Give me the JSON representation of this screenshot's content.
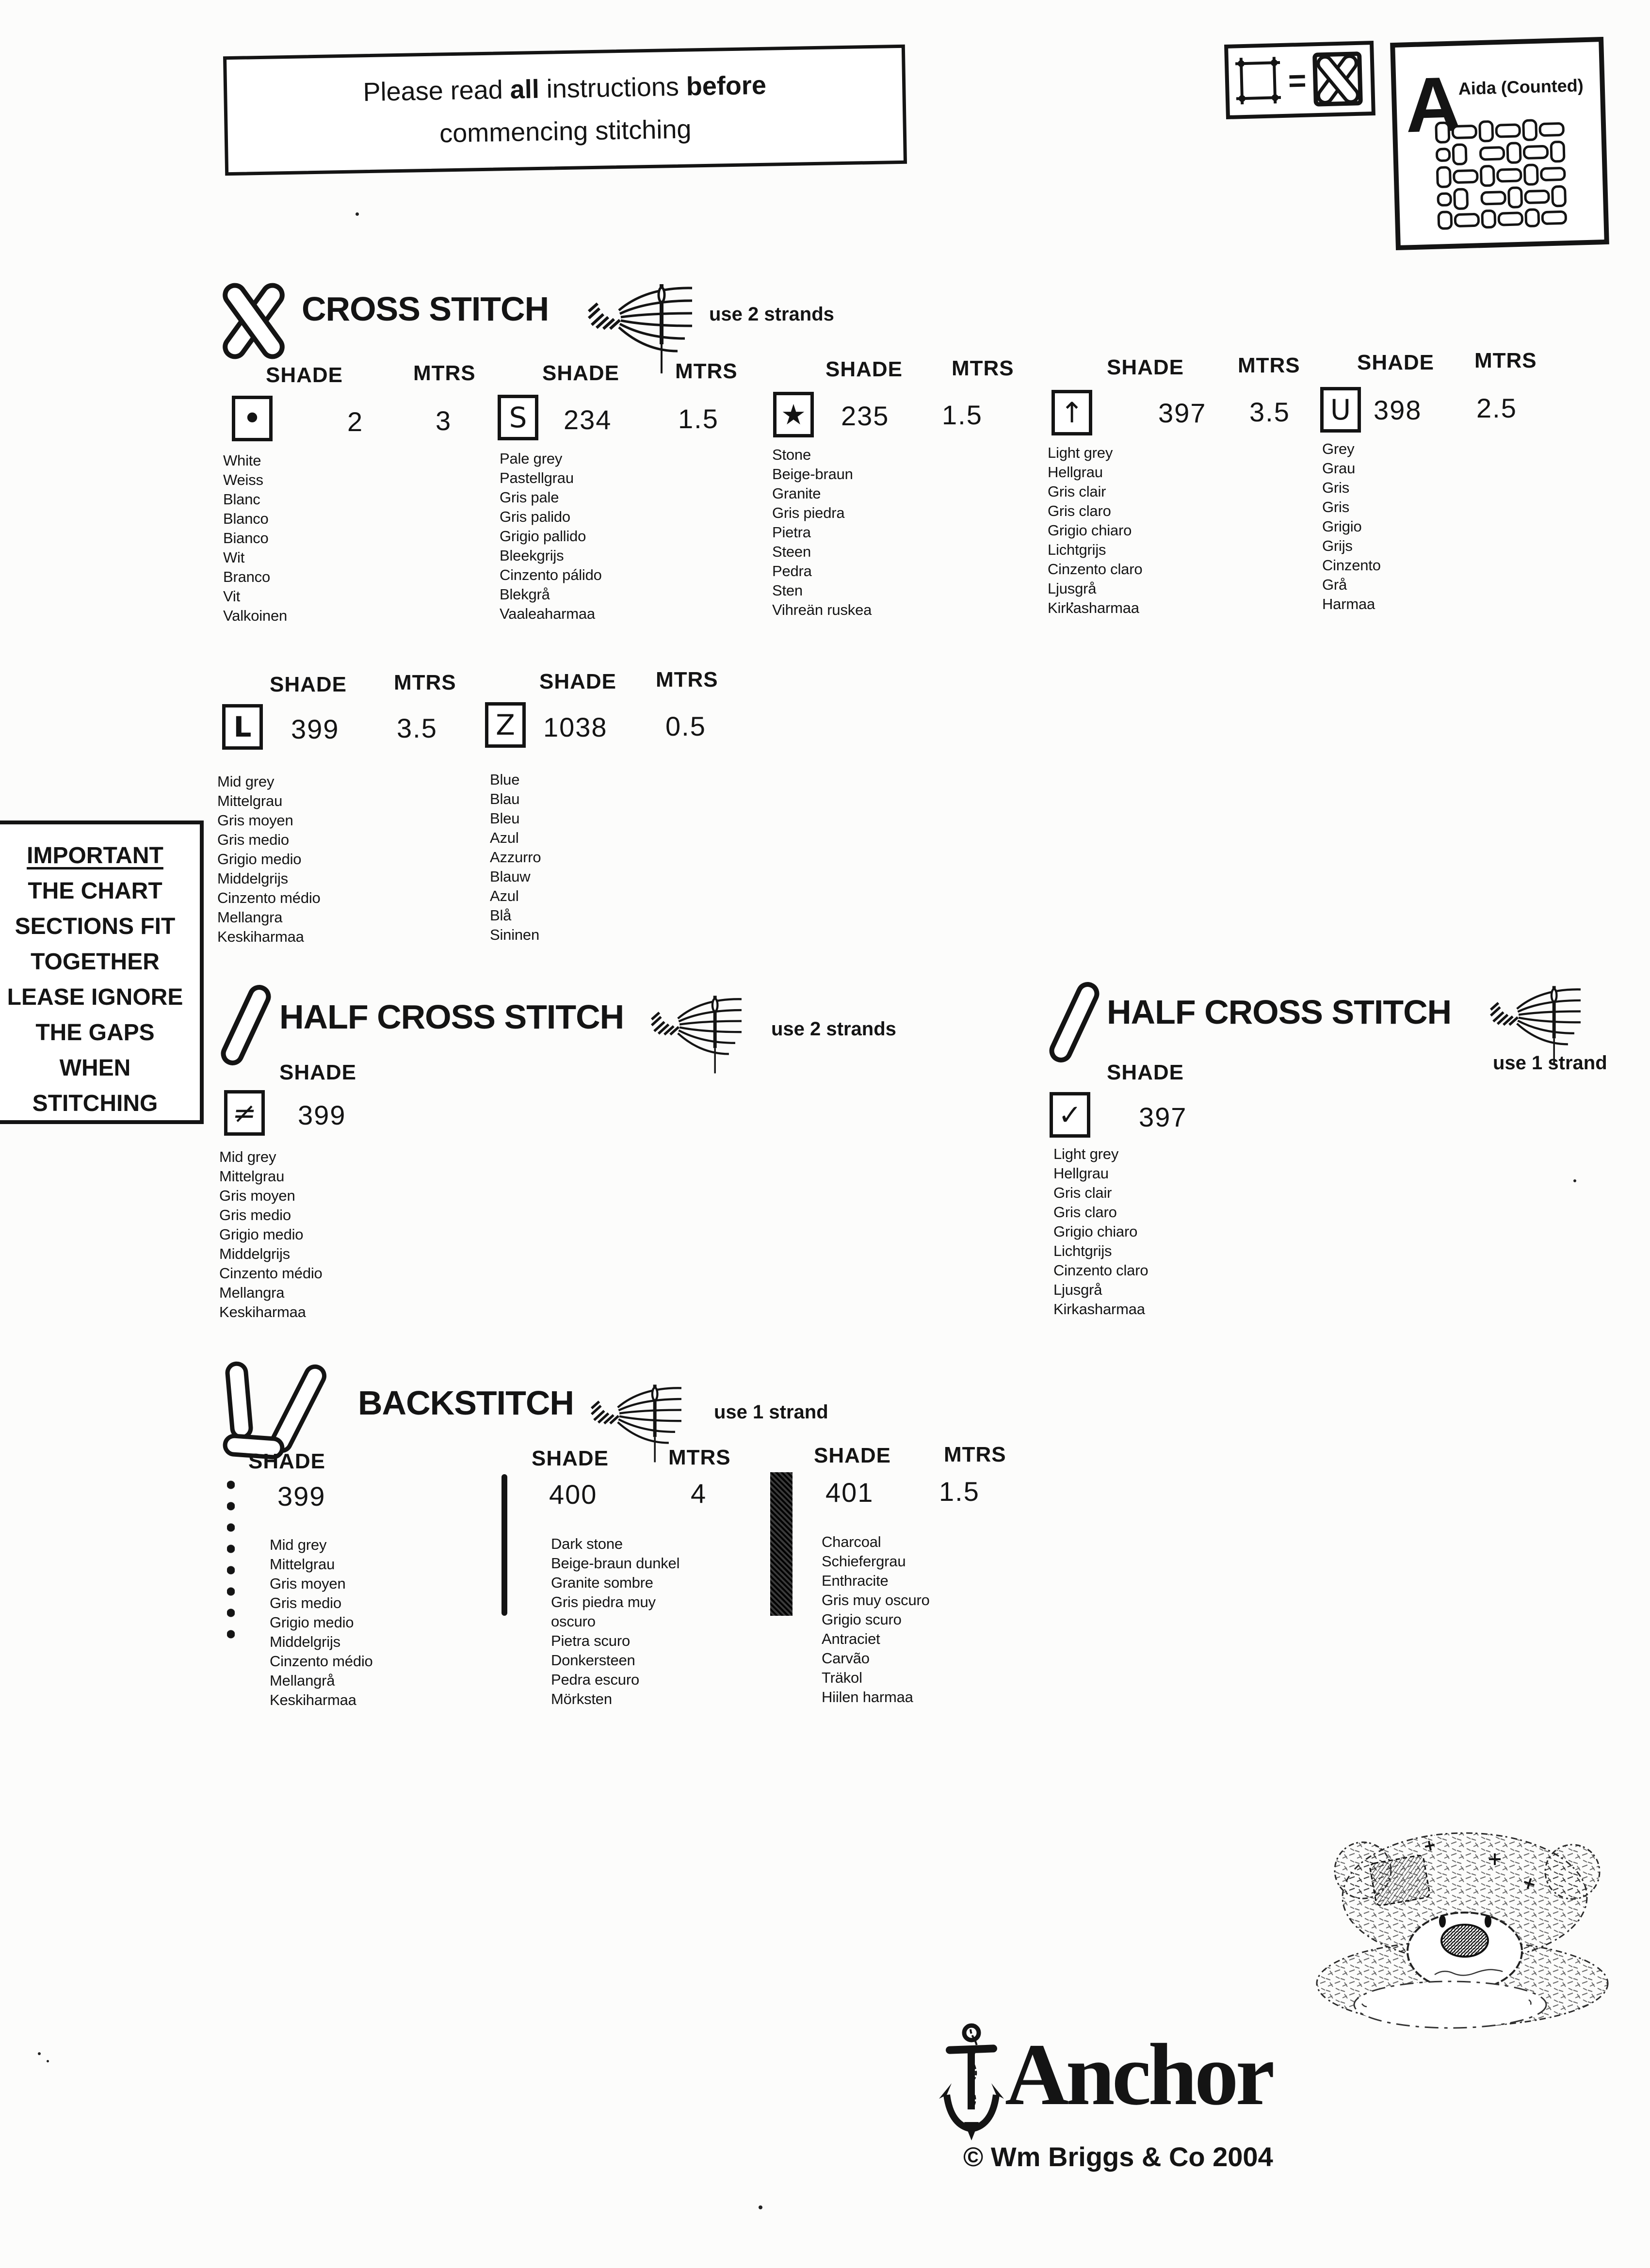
{
  "notice": {
    "pre": "Please read ",
    "bold1": "all",
    "mid": " instructions ",
    "bold2": "before",
    "line2": "commencing stitching"
  },
  "legend": {
    "equals": "="
  },
  "fabric": {
    "letter": "A",
    "label": "Aida  (Counted)"
  },
  "headers": {
    "shade": "SHADE",
    "mtrs": "MTRS"
  },
  "cross_stitch": {
    "title": "CROSS STITCH",
    "strands": "use 2 strands",
    "row1": [
      {
        "symbol": "•",
        "shade": "2",
        "mtrs": "3",
        "names": [
          "White",
          "Weiss",
          "Blanc",
          "Blanco",
          "Bianco",
          "Wit",
          "Branco",
          "Vit",
          "Valkoinen"
        ]
      },
      {
        "symbol": "S",
        "shade": "234",
        "mtrs": "1.5",
        "names": [
          "Pale grey",
          "Pastellgrau",
          "Gris pale",
          "Gris palido",
          "Grigio pallido",
          "Bleekgrijs",
          "Cinzento pálido",
          "Blekgrå",
          "Vaaleaharmaa"
        ]
      },
      {
        "symbol": "★",
        "shade": "235",
        "mtrs": "1.5",
        "names": [
          "Stone",
          "Beige-braun",
          "Granite",
          "Gris piedra",
          "Pietra",
          "Steen",
          "Pedra",
          "Sten",
          "Vihreän ruskea"
        ]
      },
      {
        "symbol": "↑",
        "shade": "397",
        "mtrs": "3.5",
        "names": [
          "Light grey",
          "Hellgrau",
          "Gris clair",
          "Gris claro",
          "Grigio chiaro",
          "Lichtgrijs",
          "Cinzento claro",
          "Ljusgrå",
          "Kirkasharmaa"
        ]
      },
      {
        "symbol": "U",
        "shade": "398",
        "mtrs": "2.5",
        "names": [
          "Grey",
          "Grau",
          "Gris",
          "Gris",
          "Grigio",
          "Grijs",
          "Cinzento",
          "Grå",
          "Harmaa"
        ]
      }
    ],
    "row2": [
      {
        "symbol": "L",
        "shade": "399",
        "mtrs": "3.5",
        "names": [
          "Mid grey",
          "Mittelgrau",
          "Gris moyen",
          "Gris medio",
          "Grigio medio",
          "Middelgrijs",
          "Cinzento médio",
          "Mellangra",
          "Keskiharmaa"
        ]
      },
      {
        "symbol": "Z",
        "shade": "1038",
        "mtrs": "0.5",
        "names": [
          "Blue",
          "Blau",
          "Bleu",
          "Azul",
          "Azzurro",
          "Blauw",
          "Azul",
          "Blå",
          "Sininen"
        ]
      }
    ]
  },
  "important": {
    "title": "IMPORTANT",
    "lines": [
      "THE CHART",
      "SECTIONS FIT",
      "TOGETHER",
      "LEASE IGNORE",
      "THE GAPS",
      "WHEN",
      "STITCHING"
    ]
  },
  "half_cross_1": {
    "title": "HALF CROSS STITCH",
    "strands": "use 2 strands",
    "symbol": "≠",
    "shade": "399",
    "names": [
      "Mid grey",
      "Mittelgrau",
      "Gris moyen",
      "Gris medio",
      "Grigio medio",
      "Middelgrijs",
      "Cinzento médio",
      "Mellangra",
      "Keskiharmaa"
    ]
  },
  "half_cross_2": {
    "title": "HALF CROSS STITCH",
    "strands": "use 1 strand",
    "symbol": "✓",
    "shade": "397",
    "names": [
      "Light grey",
      "Hellgrau",
      "Gris clair",
      "Gris claro",
      "Grigio chiaro",
      "Lichtgrijs",
      "Cinzento claro",
      "Ljusgrå",
      "Kirkasharmaa"
    ]
  },
  "backstitch": {
    "title": "BACKSTITCH",
    "strands": "use 1 strand",
    "entries": [
      {
        "shade": "399",
        "mtrs": "",
        "names": [
          "Mid grey",
          "Mittelgrau",
          "Gris moyen",
          "Gris medio",
          "Grigio medio",
          "Middelgrijs",
          "Cinzento médio",
          "Mellangrå",
          "Keskiharmaa"
        ]
      },
      {
        "shade": "400",
        "mtrs": "4",
        "names": [
          "Dark stone",
          "Beige-braun dunkel",
          "Granite sombre",
          "Gris piedra muy",
          "oscuro",
          "Pietra scuro",
          "Donkersteen",
          "Pedra escuro",
          "Mörksten"
        ]
      },
      {
        "shade": "401",
        "mtrs": "1.5",
        "names": [
          "Charcoal",
          "Schiefergrau",
          "Enthracite",
          "Gris muy oscuro",
          "Grigio scuro",
          "Antraciet",
          "Carvão",
          "Träkol",
          "Hiilen harmaa"
        ]
      }
    ]
  },
  "footer": {
    "brand": "Anchor",
    "copyright": "© Wm Briggs & Co 2004"
  }
}
